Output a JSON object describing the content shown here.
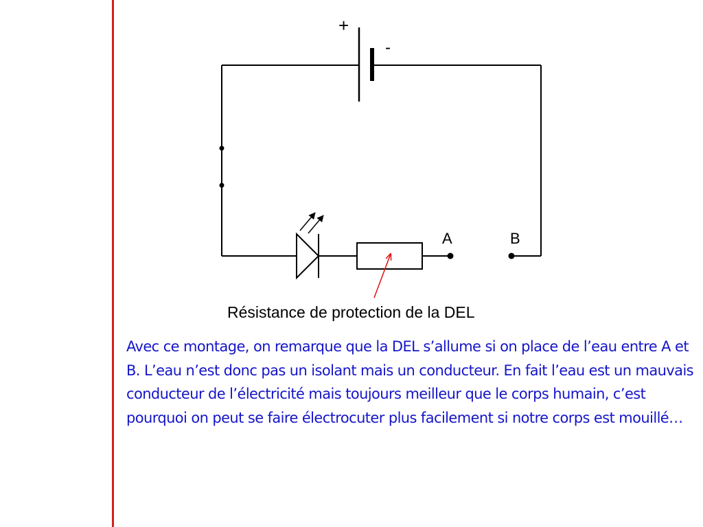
{
  "colors": {
    "margin_line": "#d42020",
    "wire": "#000000",
    "arrow": "#e01010",
    "paragraph_text": "#1515c8"
  },
  "circuit": {
    "battery_plus_label": "+",
    "battery_minus_label": "-",
    "point_a_label": "A",
    "point_b_label": "B",
    "resistor_caption": "Résistance de protection de la DEL"
  },
  "explanation": {
    "text": "Avec ce montage, on remarque que la DEL s’allume si on place de l’eau entre A et B. L’eau n’est donc pas un isolant mais un conducteur. En fait l’eau est un mauvais conducteur de l’électricité mais toujours meilleur que le corps humain, c’est pourquoi on peut se faire électrocuter plus facilement si notre corps est mouillé…"
  }
}
